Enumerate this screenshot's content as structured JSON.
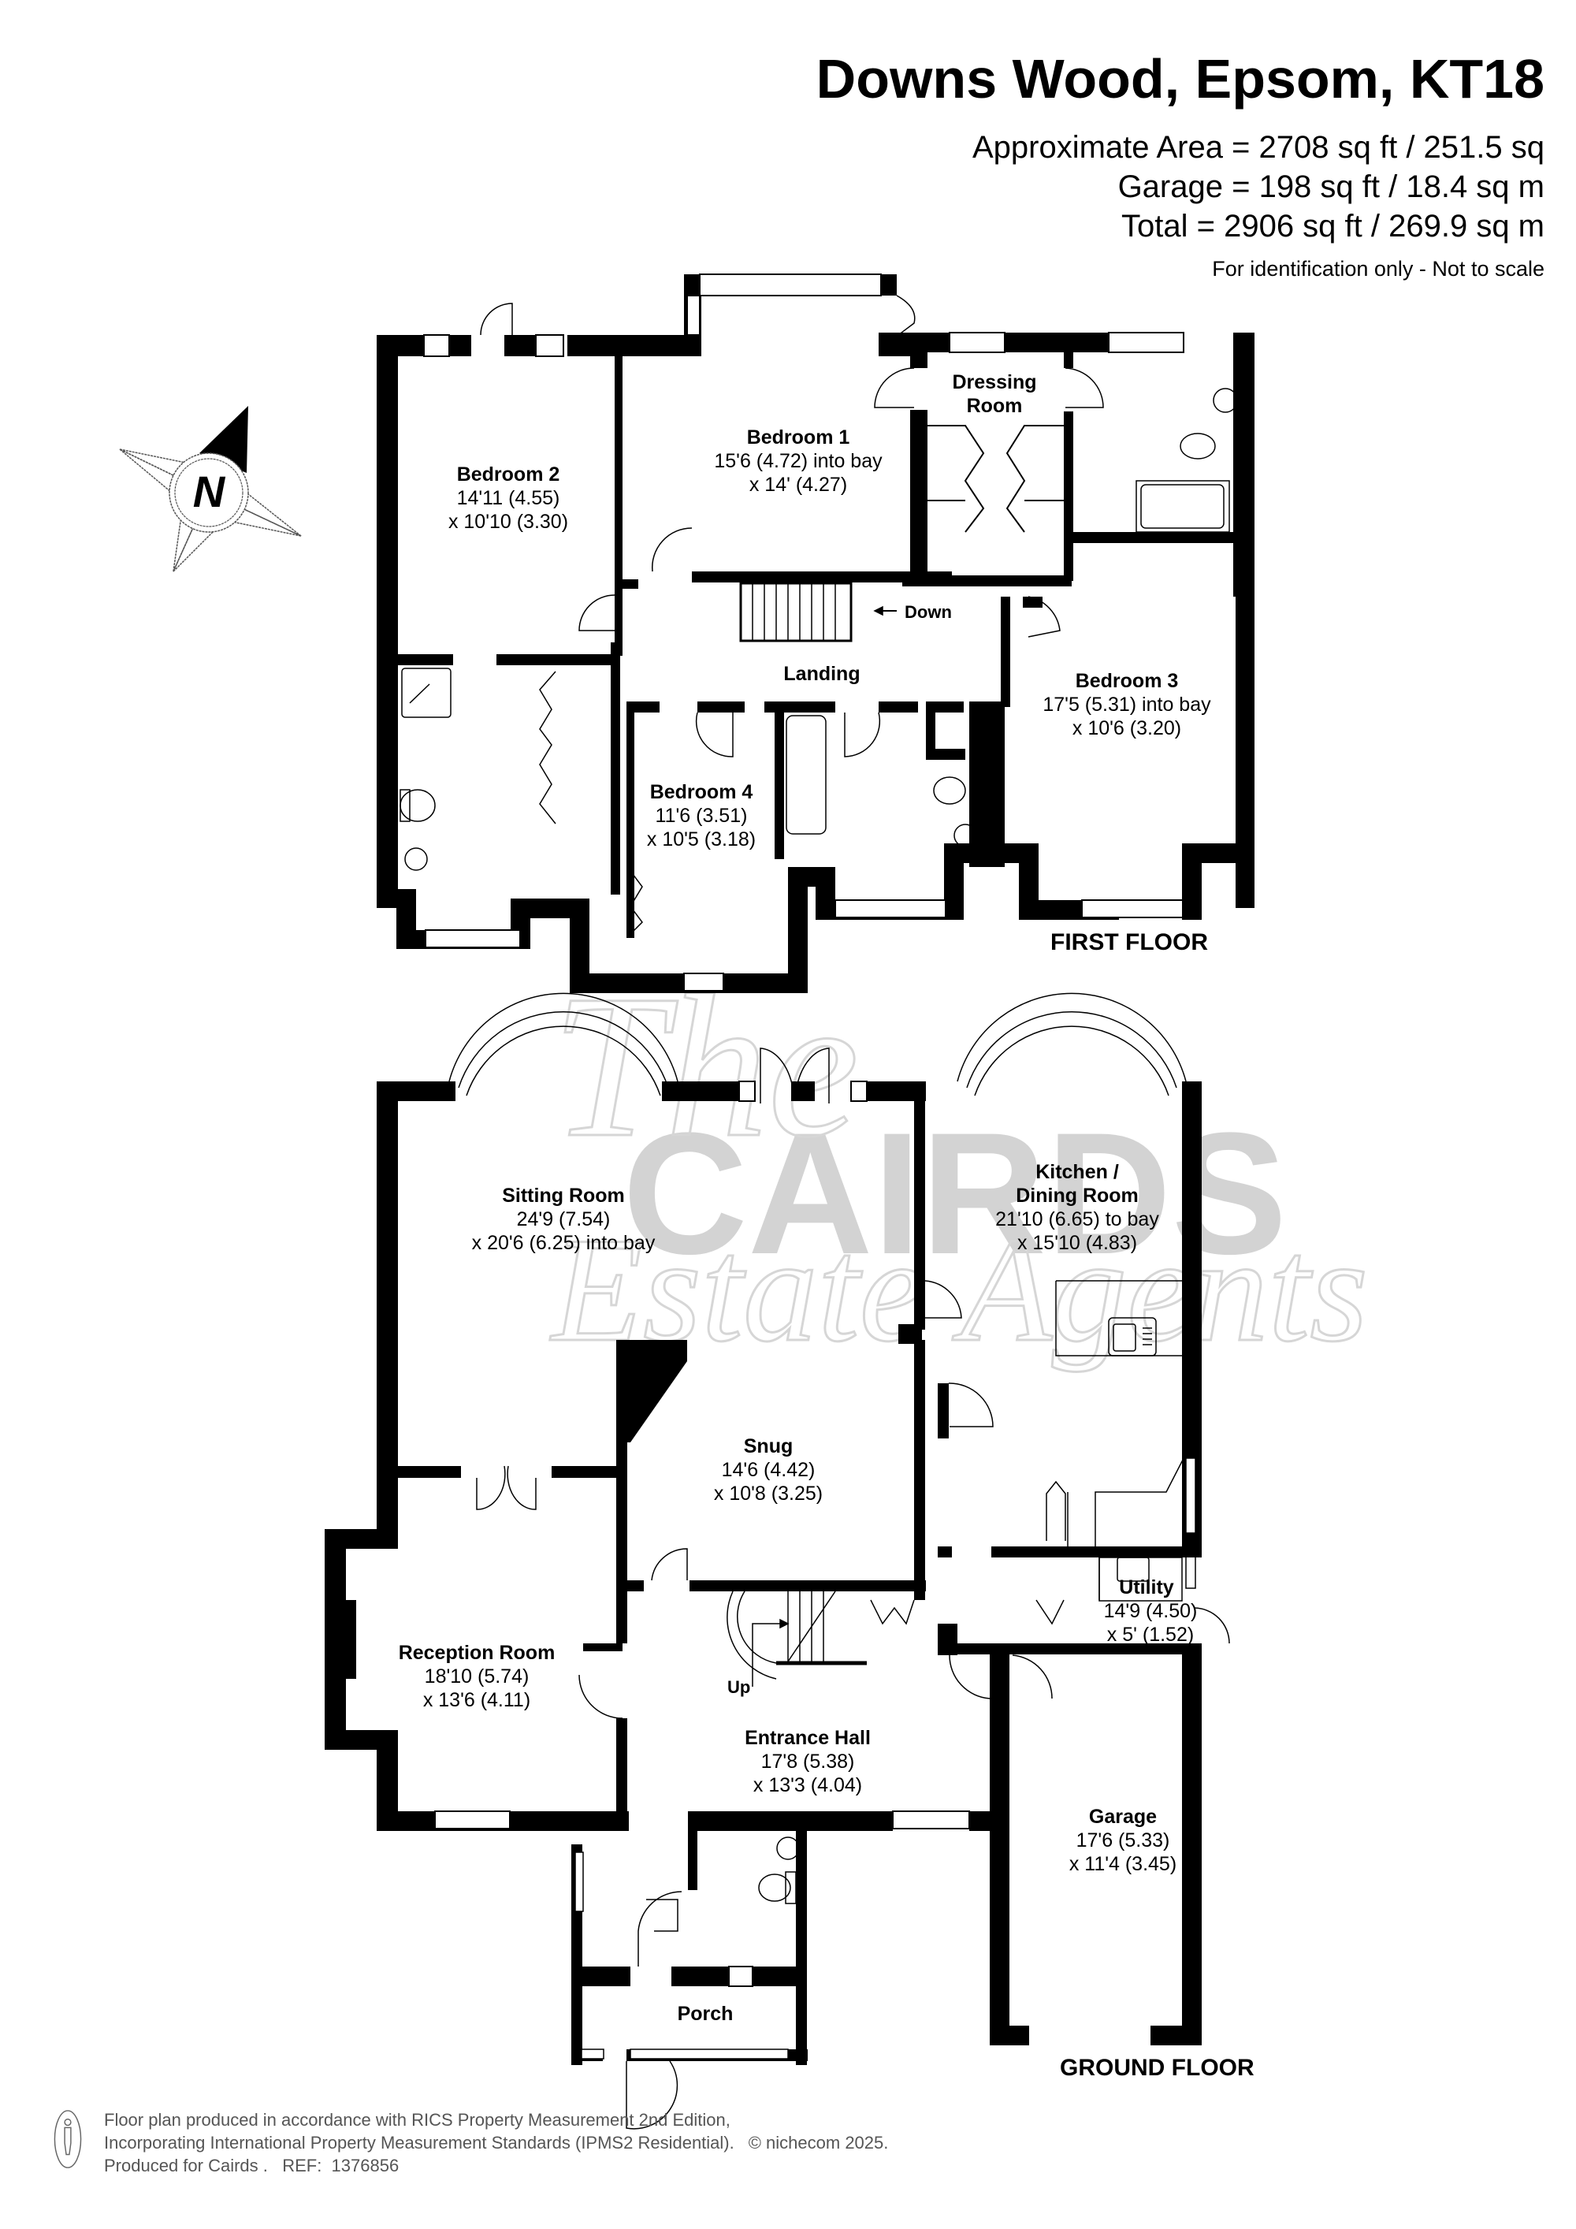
{
  "header": {
    "title": "Downs Wood, Epsom, KT18",
    "approx_area": "Approximate Area = 2708 sq ft / 251.5 sq",
    "garage_area": "Garage = 198 sq ft / 18.4 sq m",
    "total_area": "Total = 2906 sq ft / 269.9 sq m",
    "note": "For identification only - Not to scale"
  },
  "compass": {
    "icon": "north-compass-icon",
    "label": "N"
  },
  "watermark": {
    "big": "CAIRDS",
    "script_top": "The",
    "script_bottom": "Estate Agents"
  },
  "first_floor": {
    "label": "FIRST FLOOR",
    "stairs_label": "Down",
    "rooms": {
      "bedroom1": {
        "name": "Bedroom 1",
        "dim1": "15'6 (4.72) into bay",
        "dim2": "x 14' (4.27)"
      },
      "bedroom2": {
        "name": "Bedroom 2",
        "dim1": "14'11 (4.55)",
        "dim2": "x 10'10 (3.30)"
      },
      "dressing": {
        "name1": "Dressing",
        "name2": "Room"
      },
      "landing": {
        "name": "Landing"
      },
      "bedroom3": {
        "name": "Bedroom 3",
        "dim1": "17'5 (5.31) into bay",
        "dim2": "x 10'6 (3.20)"
      },
      "bedroom4": {
        "name": "Bedroom 4",
        "dim1": "11'6 (3.51)",
        "dim2": "x 10'5 (3.18)"
      }
    }
  },
  "ground_floor": {
    "label": "GROUND FLOOR",
    "stairs_label": "Up",
    "rooms": {
      "sitting": {
        "name": "Sitting Room",
        "dim1": "24'9 (7.54)",
        "dim2": "x 20'6 (6.25) into bay"
      },
      "kitchen": {
        "name1": "Kitchen /",
        "name2": "Dining Room",
        "dim1": "21'10 (6.65) to bay",
        "dim2": "x 15'10 (4.83)"
      },
      "snug": {
        "name": "Snug",
        "dim1": "14'6 (4.42)",
        "dim2": "x 10'8 (3.25)"
      },
      "utility": {
        "name": "Utility",
        "dim1": "14'9 (4.50)",
        "dim2": "x 5' (1.52)"
      },
      "reception": {
        "name": "Reception Room",
        "dim1": "18'10 (5.74)",
        "dim2": "x 13'6 (4.11)"
      },
      "hall": {
        "name": "Entrance Hall",
        "dim1": "17'8 (5.38)",
        "dim2": "x 13'3 (4.04)"
      },
      "garage": {
        "name": "Garage",
        "dim1": "17'6 (5.33)",
        "dim2": "x 11'4 (3.45)"
      },
      "porch": {
        "name": "Porch"
      }
    }
  },
  "footer": {
    "line1": "Floor plan produced in accordance with RICS Property Measurement 2nd Edition,",
    "line2": "Incorporating International Property Measurement Standards (IPMS2 Residential).",
    "brand": "© nichecom 2025.",
    "line3": "Produced for Cairds .   REF:  1376856"
  }
}
